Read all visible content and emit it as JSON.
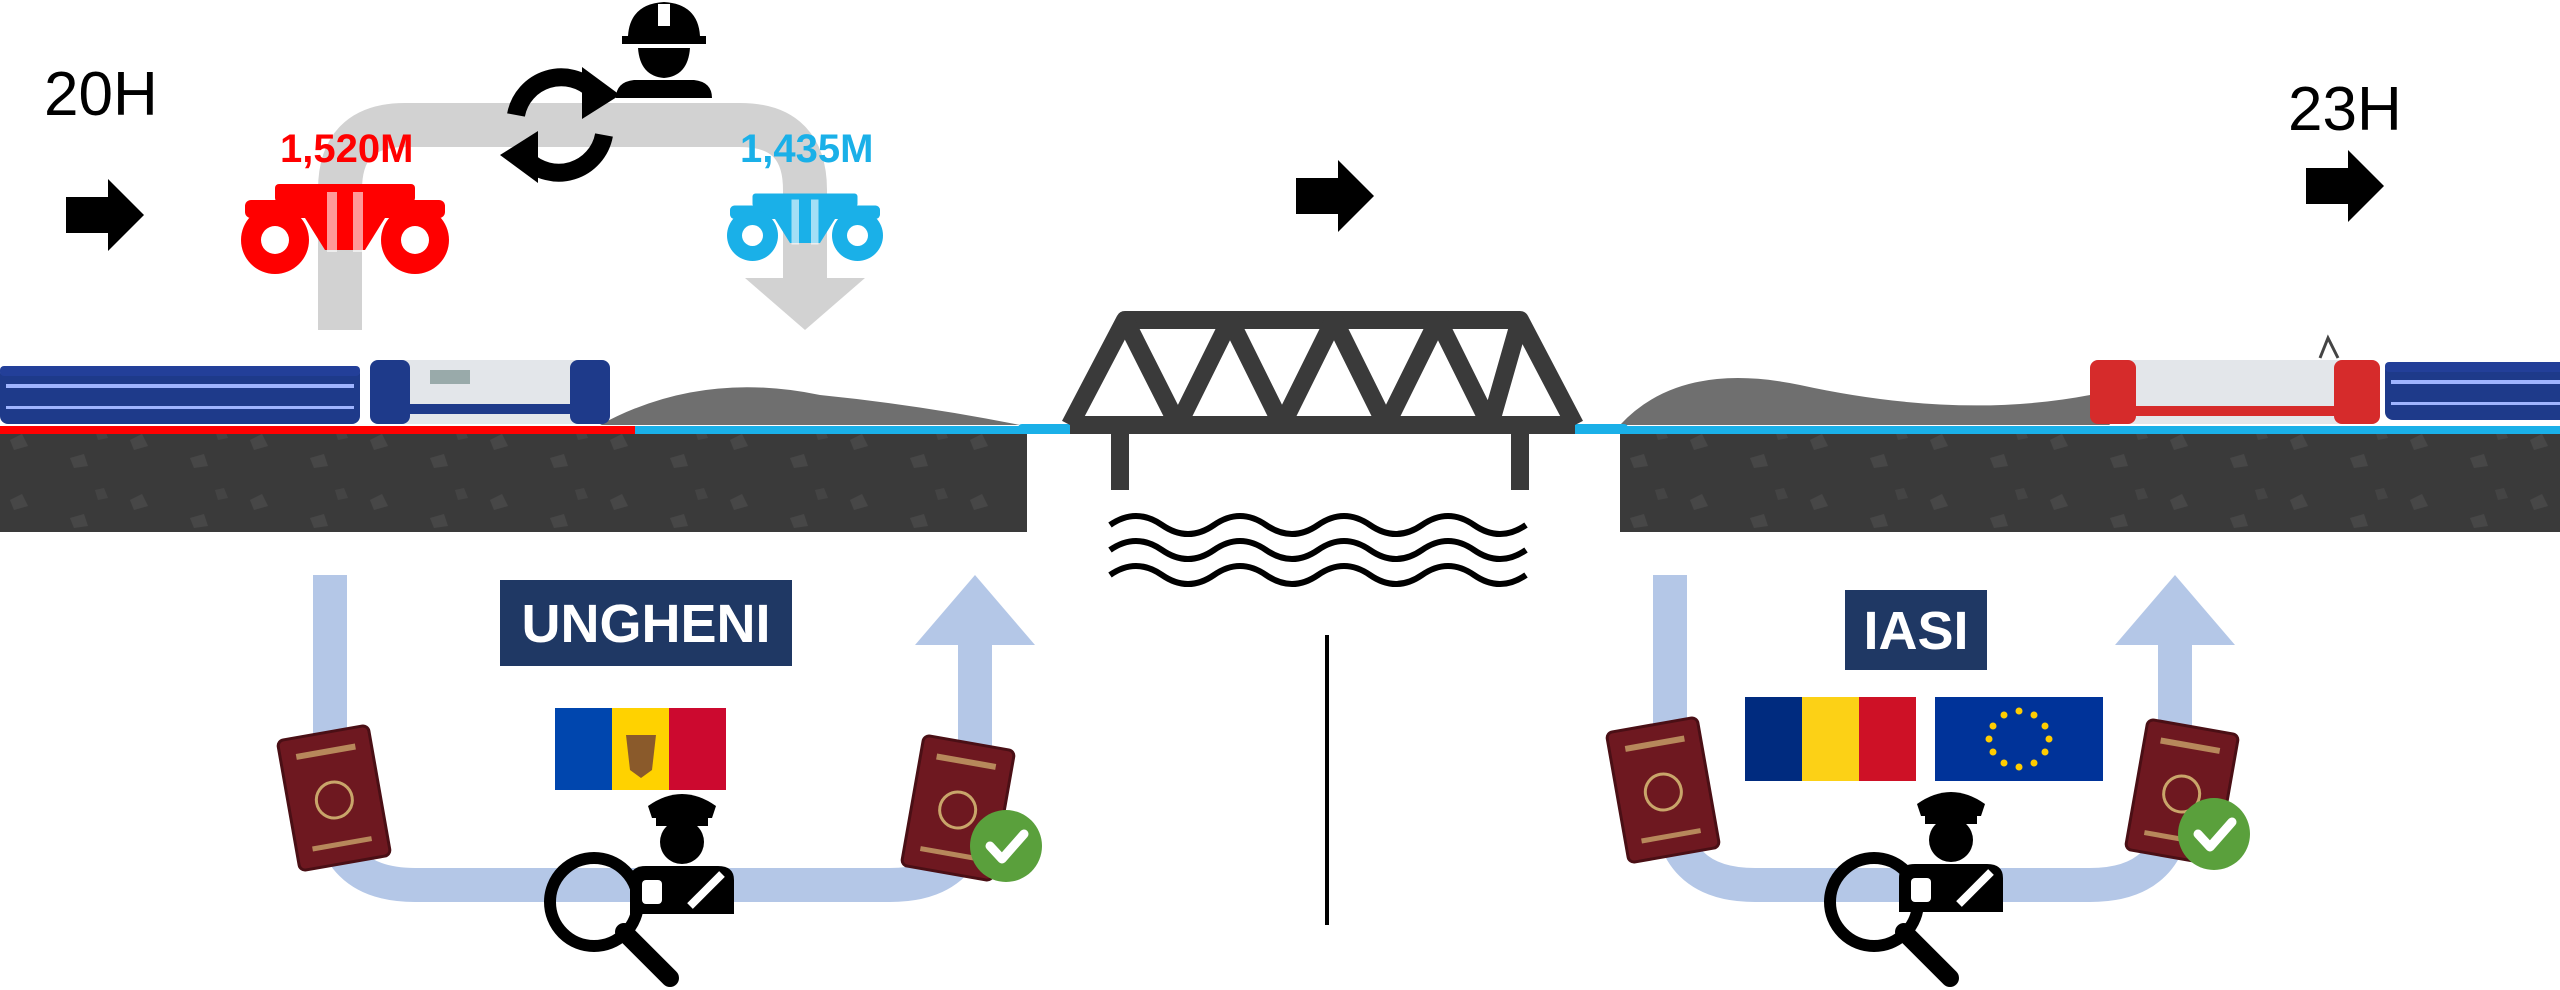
{
  "times": {
    "departure": "20H",
    "arrival": "23H"
  },
  "gauges": {
    "broad": {
      "label": "1,520M",
      "color": "#ff0000"
    },
    "standard": {
      "label": "1,435M",
      "color": "#1ab0e8"
    }
  },
  "stations": {
    "left": {
      "name": "UNGHENI"
    },
    "right": {
      "name": "IASI"
    }
  },
  "colors": {
    "station_box": "#1f3864",
    "flow_arrow": "#b4c7e7",
    "ground": "#3a3a3a",
    "passport": "#6e1820",
    "check": "#5aa03c"
  },
  "icons": [
    "arrow-right-icon",
    "exchange-cycle-icon",
    "worker-icon",
    "bogie-icon",
    "bridge-icon",
    "river-waves-icon",
    "flag-moldova-icon",
    "flag-romania-icon",
    "flag-eu-icon",
    "passport-icon",
    "check-badge-icon",
    "magnifier-icon",
    "border-officer-icon",
    "train-icon"
  ]
}
